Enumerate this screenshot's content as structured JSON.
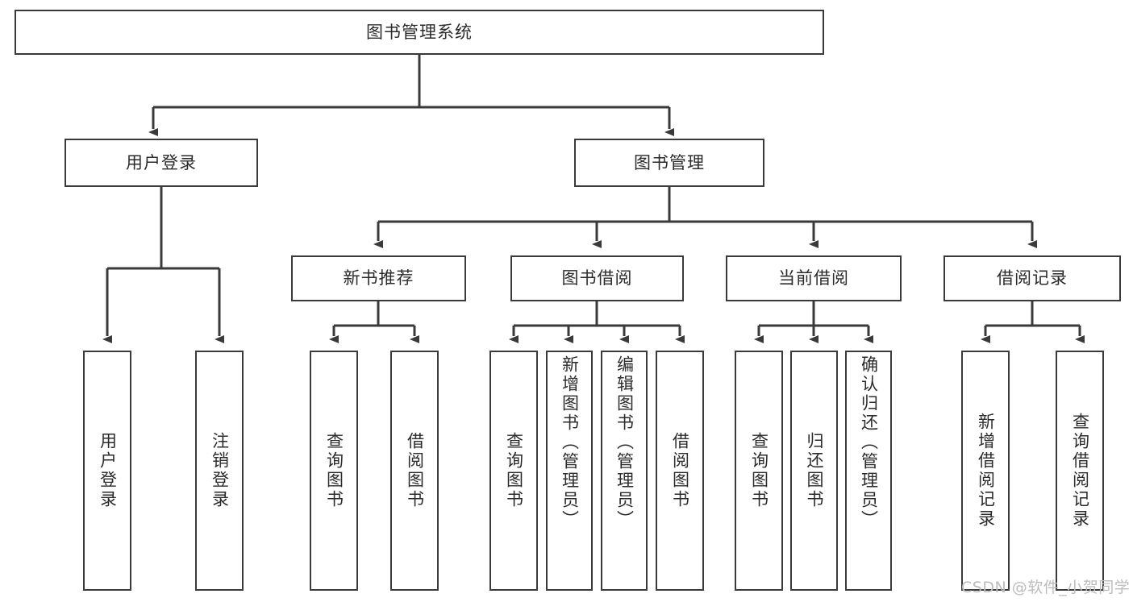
{
  "diagram": {
    "type": "tree-hierarchy-chart",
    "title": "图书管理系统",
    "background_color": "#ffffff",
    "box_border_color": "#3a3a3a",
    "text_color": "#2b2b2b",
    "connector_color": "#3a3a3a"
  },
  "root": {
    "label": "图书管理系统"
  },
  "level2": [
    {
      "label": "用户登录"
    },
    {
      "label": "图书管理"
    }
  ],
  "level3": [
    {
      "label": "新书推荐"
    },
    {
      "label": "图书借阅"
    },
    {
      "label": "当前借阅"
    },
    {
      "label": "借阅记录"
    }
  ],
  "leaves": {
    "user_login": [
      {
        "label": "用户登录"
      },
      {
        "label": "注销登录"
      }
    ],
    "new_book_recommend": [
      {
        "label": "查询图书"
      },
      {
        "label": "借阅图书"
      }
    ],
    "book_borrow": [
      {
        "label": "查询图书"
      },
      {
        "label": "新增图书（管理员）"
      },
      {
        "label": "编辑图书（管理员）"
      },
      {
        "label": "借阅图书"
      }
    ],
    "current_borrow": [
      {
        "label": "查询图书"
      },
      {
        "label": "归还图书"
      },
      {
        "label": "确认归还（管理员）"
      }
    ],
    "borrow_record": [
      {
        "label": "新增借阅记录"
      },
      {
        "label": "查询借阅记录"
      }
    ]
  },
  "watermark": {
    "text": "CSDN @软件_小贺同学",
    "color": "#bcbcbc"
  }
}
